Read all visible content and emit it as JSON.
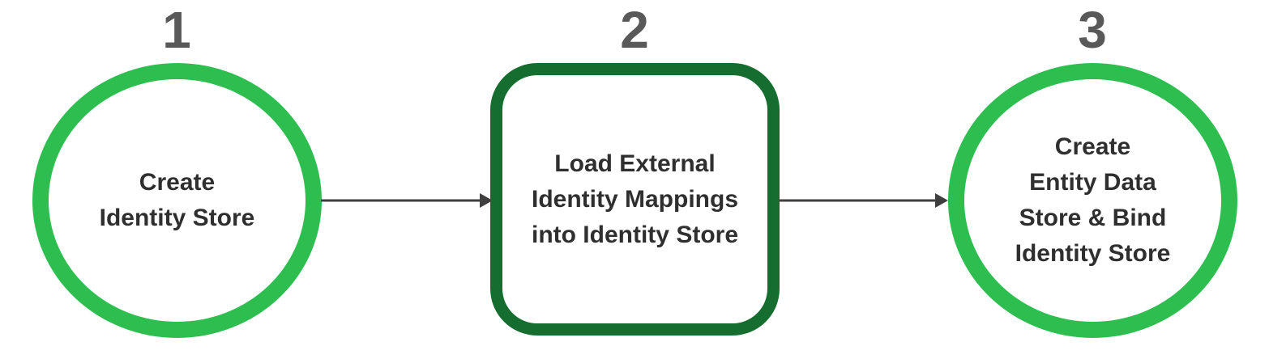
{
  "steps": [
    {
      "number": "1",
      "label": "Create\nIdentity Store",
      "shape": "circle"
    },
    {
      "number": "2",
      "label": "Load External\nIdentity Mappings\ninto Identity Store",
      "shape": "rounded-square"
    },
    {
      "number": "3",
      "label": "Create\nEntity Data\nStore & Bind\nIdentity Store",
      "shape": "circle"
    }
  ],
  "connectors": [
    {
      "from": "1",
      "to": "2",
      "direction": "right"
    },
    {
      "from": "2",
      "to": "3",
      "direction": "right"
    }
  ],
  "colors": {
    "circle_border": "#2dbe4f",
    "square_border": "#156d2f",
    "arrow": "#3f3f3f",
    "number_text": "#595959",
    "label_text": "#2f2f2f",
    "background": "#ffffff"
  }
}
